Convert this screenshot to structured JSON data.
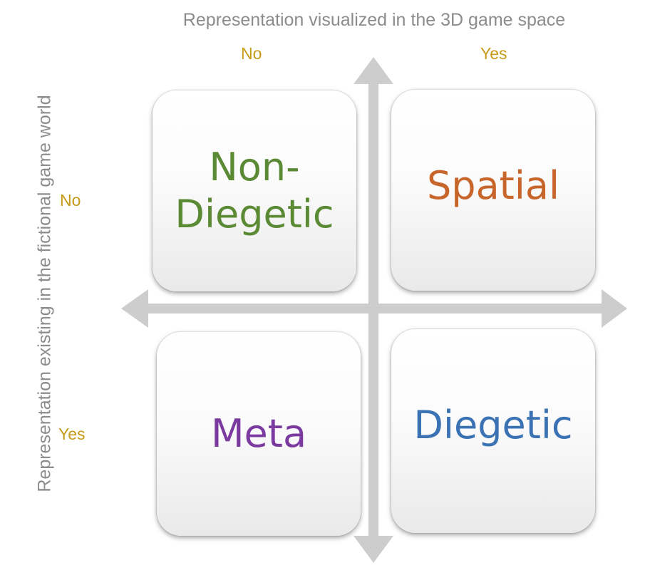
{
  "diagram": {
    "x_axis_title": "Representation visualized in the 3D game space",
    "y_axis_title": "Representation existing in the fictional game world",
    "x_ticks": {
      "no": "No",
      "yes": "Yes"
    },
    "y_ticks": {
      "no": "No",
      "yes": "Yes"
    },
    "quadrants": {
      "top_left": {
        "label": "Non-\nDiegetic",
        "color": "#5b8a35"
      },
      "top_right": {
        "label": "Spatial",
        "color": "#c8652b"
      },
      "bottom_left": {
        "label": "Meta",
        "color": "#7b3aa0"
      },
      "bottom_right": {
        "label": "Diegetic",
        "color": "#3a72b3"
      }
    },
    "colors": {
      "axis_arrow": "#cdcdcd",
      "axis_title": "#8c8c8c",
      "tick_label": "#c69a18"
    }
  }
}
